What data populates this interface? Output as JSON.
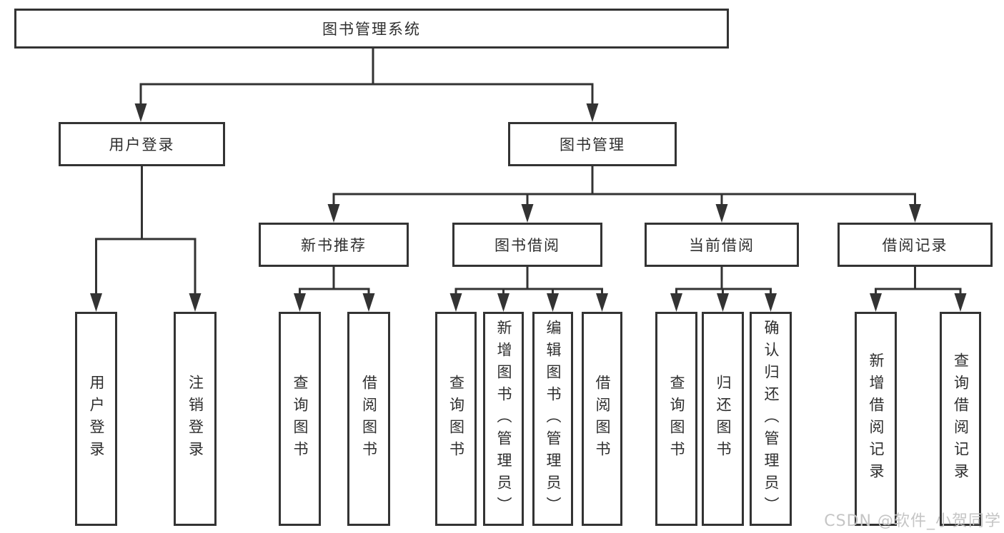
{
  "tree": {
    "root": {
      "label": "图书管理系统",
      "children": [
        {
          "label": "用户登录",
          "children": [
            {
              "label": "用户登录"
            },
            {
              "label": "注销登录"
            }
          ]
        },
        {
          "label": "图书管理",
          "children": [
            {
              "label": "新书推荐",
              "children": [
                {
                  "label": "查询图书"
                },
                {
                  "label": "借阅图书"
                }
              ]
            },
            {
              "label": "图书借阅",
              "children": [
                {
                  "label": "查询图书"
                },
                {
                  "label": "新增图书（管理员）"
                },
                {
                  "label": "编辑图书（管理员）"
                },
                {
                  "label": "借阅图书"
                }
              ]
            },
            {
              "label": "当前借阅",
              "children": [
                {
                  "label": "查询图书"
                },
                {
                  "label": "归还图书"
                },
                {
                  "label": "确认归还（管理员）"
                }
              ]
            },
            {
              "label": "借阅记录",
              "children": [
                {
                  "label": "新增借阅记录"
                },
                {
                  "label": "查询借阅记录"
                }
              ]
            }
          ]
        }
      ]
    }
  },
  "watermark": {
    "text": "CSDN @软件_小贺同学"
  },
  "colors": {
    "line": "#333333",
    "text": "#2e2e2e",
    "watermark": "#c5c5c5",
    "background": "#ffffff"
  }
}
